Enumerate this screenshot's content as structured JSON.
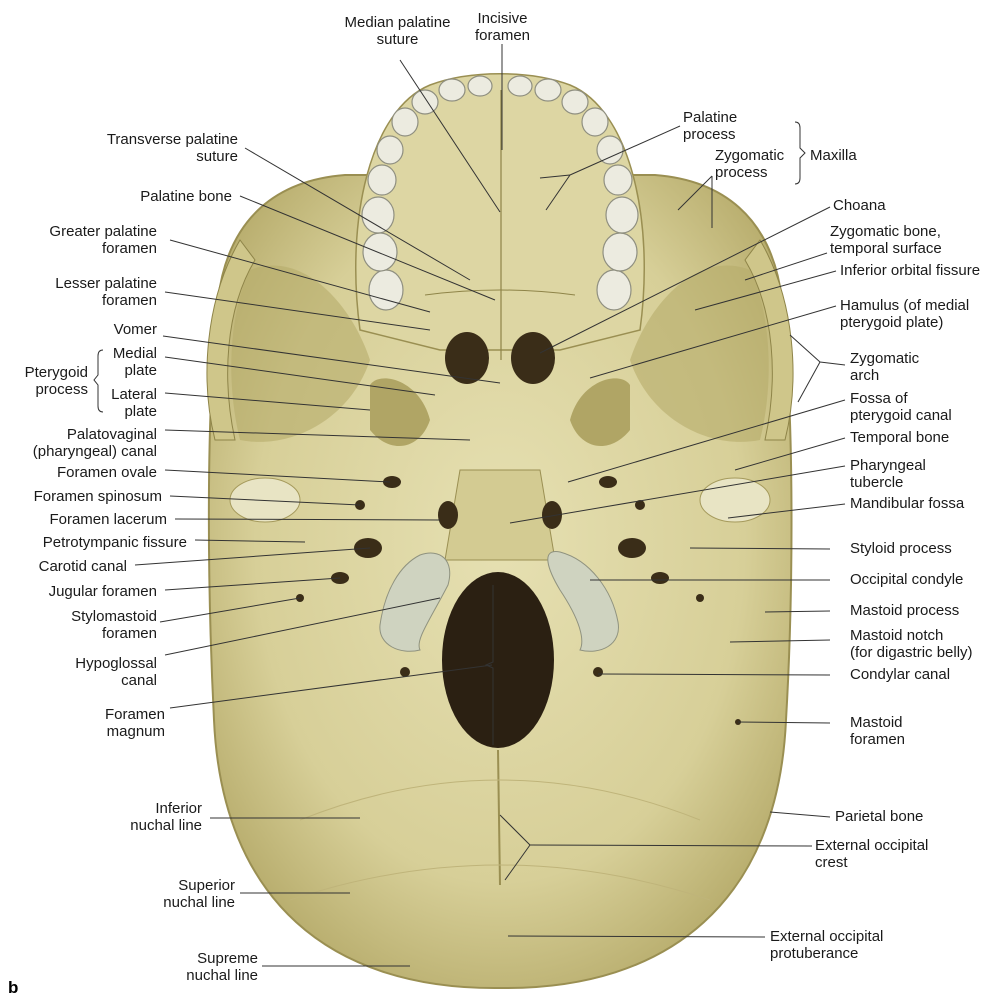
{
  "figure_letter": "b",
  "labels_left": {
    "median_palatine_suture": "Median palatine\nsuture",
    "incisive_foramen": "Incisive\nforamen",
    "transverse_palatine_suture": "Transverse palatine\nsuture",
    "palatine_bone": "Palatine bone",
    "greater_palatine_foramen": "Greater palatine\nforamen",
    "lesser_palatine_foramen": "Lesser palatine\nforamen",
    "vomer": "Vomer",
    "pterygoid_process": "Pterygoid\nprocess",
    "medial_plate": "Medial\nplate",
    "lateral_plate": "Lateral\nplate",
    "palatovaginal_canal": "Palatovaginal\n(pharyngeal) canal",
    "foramen_ovale": "Foramen ovale",
    "foramen_spinosum": "Foramen spinosum",
    "foramen_lacerum": "Foramen lacerum",
    "petrotympanic_fissure": "Petrotympanic fissure",
    "carotid_canal": "Carotid canal",
    "jugular_foramen": "Jugular foramen",
    "stylomastoid_foramen": "Stylomastoid\nforamen",
    "hypoglossal_canal": "Hypoglossal\ncanal",
    "foramen_magnum": "Foramen\nmagnum",
    "inferior_nuchal_line": "Inferior\nnuchal line",
    "superior_nuchal_line": "Superior\nnuchal line",
    "supreme_nuchal_line": "Supreme\nnuchal line"
  },
  "labels_right": {
    "palatine_process": "Palatine\nprocess",
    "zygomatic_process": "Zygomatic\nprocess",
    "maxilla": "Maxilla",
    "choana": "Choana",
    "zygomatic_bone": "Zygomatic bone,\ntemporal surface",
    "inferior_orbital_fissure": "Inferior orbital fissure",
    "hamulus": "Hamulus (of medial\npterygoid plate)",
    "zygomatic_arch": "Zygomatic\narch",
    "fossa_pterygoid_canal": "Fossa of\npterygoid canal",
    "temporal_bone": "Temporal bone",
    "pharyngeal_tubercle": "Pharyngeal\ntubercle",
    "mandibular_fossa": "Mandibular fossa",
    "styloid_process": "Styloid process",
    "occipital_condyle": "Occipital condyle",
    "mastoid_process": "Mastoid process",
    "mastoid_notch": "Mastoid notch\n(for digastric belly)",
    "condylar_canal": "Condylar canal",
    "mastoid_foramen": "Mastoid\nforamen",
    "parietal_bone": "Parietal bone",
    "external_occipital_crest": "External occipital\ncrest",
    "external_occipital_protuberance": "External occipital\nprotuberance"
  },
  "colors": {
    "bone": "#dcd5a2",
    "shadow": "#a59a5c",
    "dark": "#2b2012",
    "condyle": "#cfd3c0",
    "line": "#333333"
  }
}
